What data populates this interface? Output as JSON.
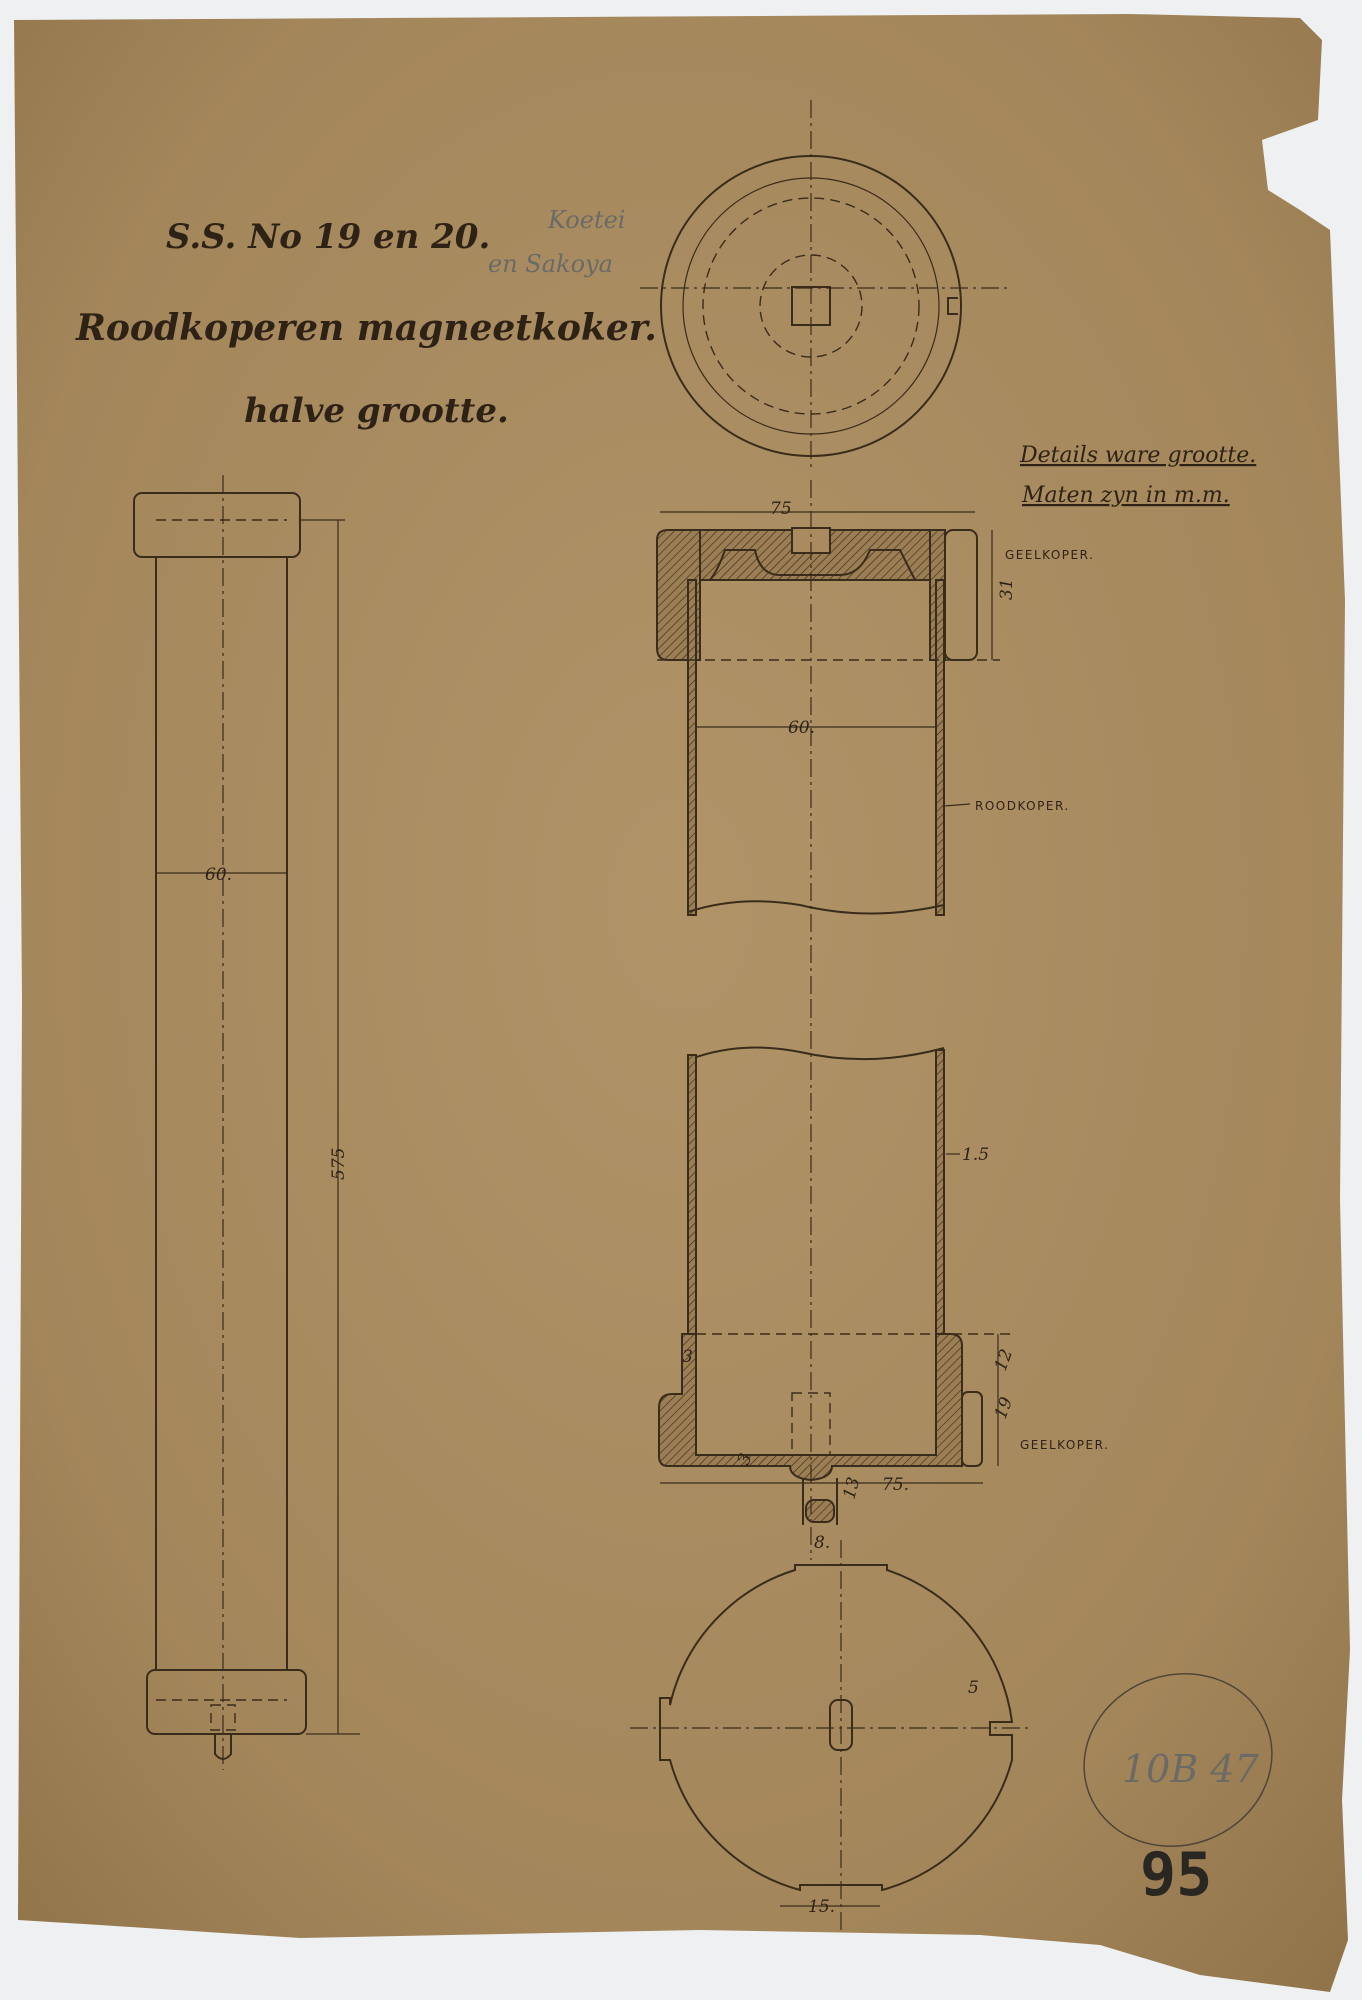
{
  "title": {
    "line1": "S.S. No 19 en 20.",
    "annotation_line1": "Koetei",
    "annotation_line2": "en Sakoya",
    "line2": "Roodkoperen magneetkoker.",
    "line3": "halve grootte."
  },
  "notes": {
    "line1": "Details ware grootte.",
    "line2": "Maten zyn in m.m."
  },
  "labels": {
    "geelkoper_top": "GEELKOPER.",
    "roodkoper": "ROODKOPER.",
    "geelkoper_bottom": "GEELKOPER."
  },
  "dimensions": {
    "left_width": "60.",
    "left_length": "575",
    "top_width": "75",
    "top_height": "31",
    "top_inner": "60.",
    "wall": "1.5",
    "bottom_3a": "3",
    "bottom_12": "12",
    "bottom_19": "19",
    "bottom_3b": "3",
    "bottom_13": "13",
    "bottom_75": "75.",
    "bottom_8": "8.",
    "plate_5": "5",
    "plate_15": "15."
  },
  "stamp": {
    "code": "10B 47",
    "number": "95"
  },
  "colors": {
    "paper": "#a98b5f",
    "ink": "#2e2216"
  }
}
